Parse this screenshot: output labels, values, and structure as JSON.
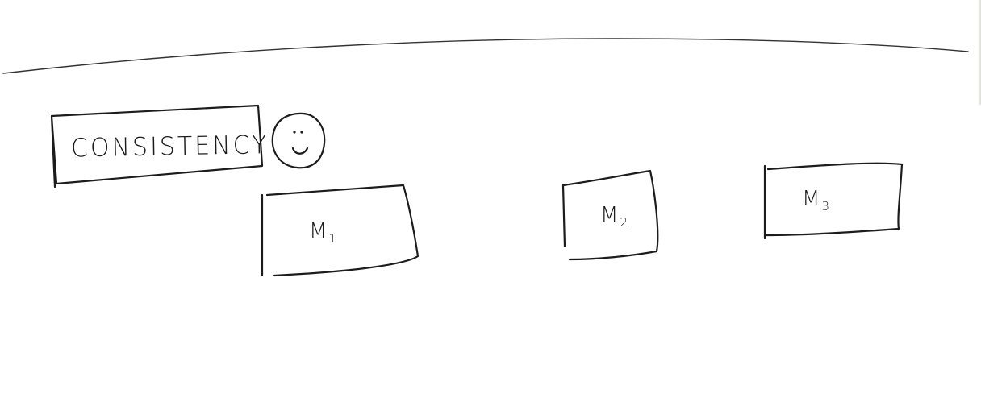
{
  "diagram": {
    "title": "CONSISTENCY",
    "face": "smiley-face",
    "models": [
      {
        "prefix": "M",
        "sub": "1"
      },
      {
        "prefix": "M",
        "sub": "2"
      },
      {
        "prefix": "M",
        "sub": "3"
      }
    ]
  },
  "colors": {
    "background": "#ffffff",
    "ink": "#1c1c1c"
  }
}
